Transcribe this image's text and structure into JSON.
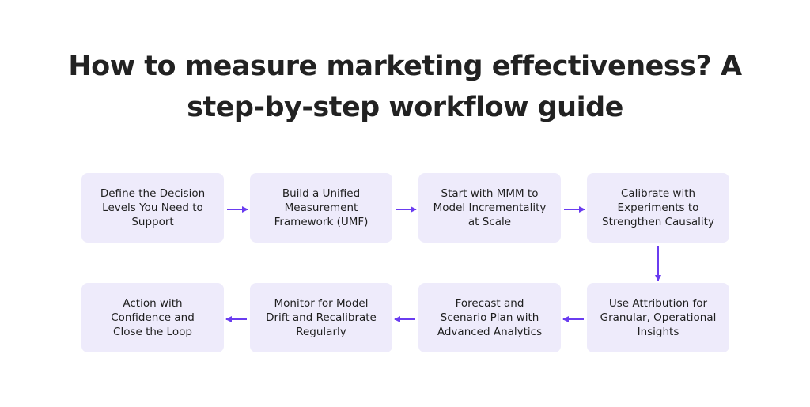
{
  "title": {
    "line1": "How to measure marketing effectiveness? A",
    "line2": "step-by-step workflow guide"
  },
  "steps": [
    "Define the Decision\nLevels You Need to\nSupport",
    "Build a Unified\nMeasurement\nFramework (UMF)",
    "Start with MMM to\nModel Incrementality\nat Scale",
    "Calibrate with\nExperiments to\nStrengthen Causality",
    "Use Attribution for\nGranular, Operational\nInsights",
    "Forecast and\nScenario Plan with\nAdvanced Analytics",
    "Monitor for Model\nDrift and Recalibrate\nRegularly",
    "Action with\nConfidence and\nClose the Loop"
  ],
  "colors": {
    "box_fill": "#eeebfb",
    "arrow": "#6a3cf0",
    "title_text": "#222222"
  }
}
